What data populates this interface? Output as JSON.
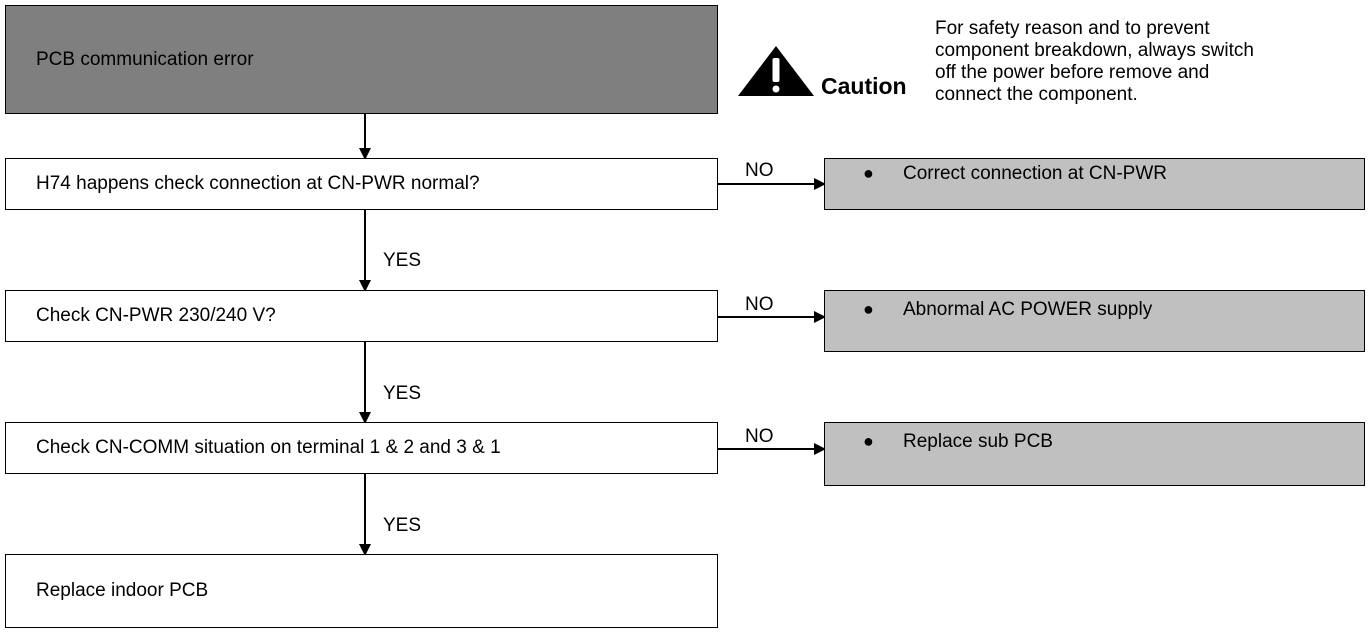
{
  "title": "PCB communication error",
  "caution": {
    "icon": "warning-triangle-icon",
    "label": "Caution",
    "note_lines": [
      "For safety reason and to prevent",
      "component breakdown, always switch",
      "off the power before remove and",
      "connect the component."
    ]
  },
  "steps": [
    {
      "question": "H74 happens check connection at CN-PWR normal?",
      "no_label": "NO",
      "no_action": "Correct connection at CN-PWR",
      "yes_label": "YES"
    },
    {
      "question": "Check CN-PWR 230/240 V?",
      "no_label": "NO",
      "no_action": "Abnormal AC POWER supply",
      "yes_label": "YES"
    },
    {
      "question": "Check CN-COMM situation on terminal 1 & 2 and 3 & 1",
      "no_label": "NO",
      "no_action": "Replace sub PCB",
      "yes_label": "YES"
    }
  ],
  "final": "Replace indoor PCB",
  "bullet": "●",
  "colors": {
    "title_box": "#7f7f7f",
    "action_box": "#c0c0c0",
    "line": "#000000"
  }
}
